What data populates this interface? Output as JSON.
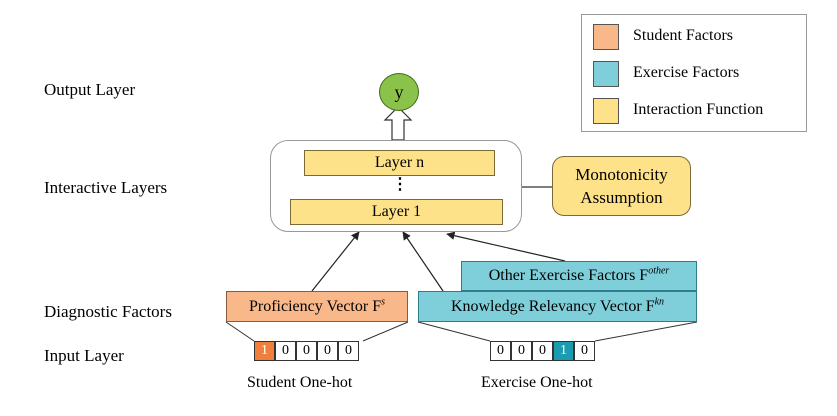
{
  "legend": {
    "items": [
      {
        "label": "Student Factors",
        "color": "#f9b88a"
      },
      {
        "label": "Exercise Factors",
        "color": "#7fcfda"
      },
      {
        "label": "Interaction Function",
        "color": "#fde28a"
      }
    ]
  },
  "row_labels": {
    "output": "Output Layer",
    "interactive": "Interactive Layers",
    "diagnostic": "Diagnostic Factors",
    "input": "Input Layer"
  },
  "output_node": {
    "label": "y",
    "color": "#8bc34a"
  },
  "interactive": {
    "layer_top": "Layer n",
    "ellipsis": "⋮",
    "layer_bottom": "Layer 1",
    "monotonicity_line1": "Monotonicity",
    "monotonicity_line2": "Assumption"
  },
  "factors": {
    "proficiency": "Proficiency Vector F",
    "proficiency_sup": "s",
    "other_exercise": "Other Exercise Factors F",
    "other_exercise_sup": "other",
    "knowledge": "Knowledge Relevancy Vector F",
    "knowledge_sup": "kn"
  },
  "student_onehot": {
    "cells": [
      "1",
      "0",
      "0",
      "0",
      "0"
    ],
    "hot_index": 0,
    "hot_color": "#f07f3c",
    "caption": "Student One-hot"
  },
  "exercise_onehot": {
    "cells": [
      "0",
      "0",
      "0",
      "1",
      "0"
    ],
    "hot_index": 3,
    "hot_color": "#1a9cb0",
    "caption": "Exercise One-hot"
  }
}
